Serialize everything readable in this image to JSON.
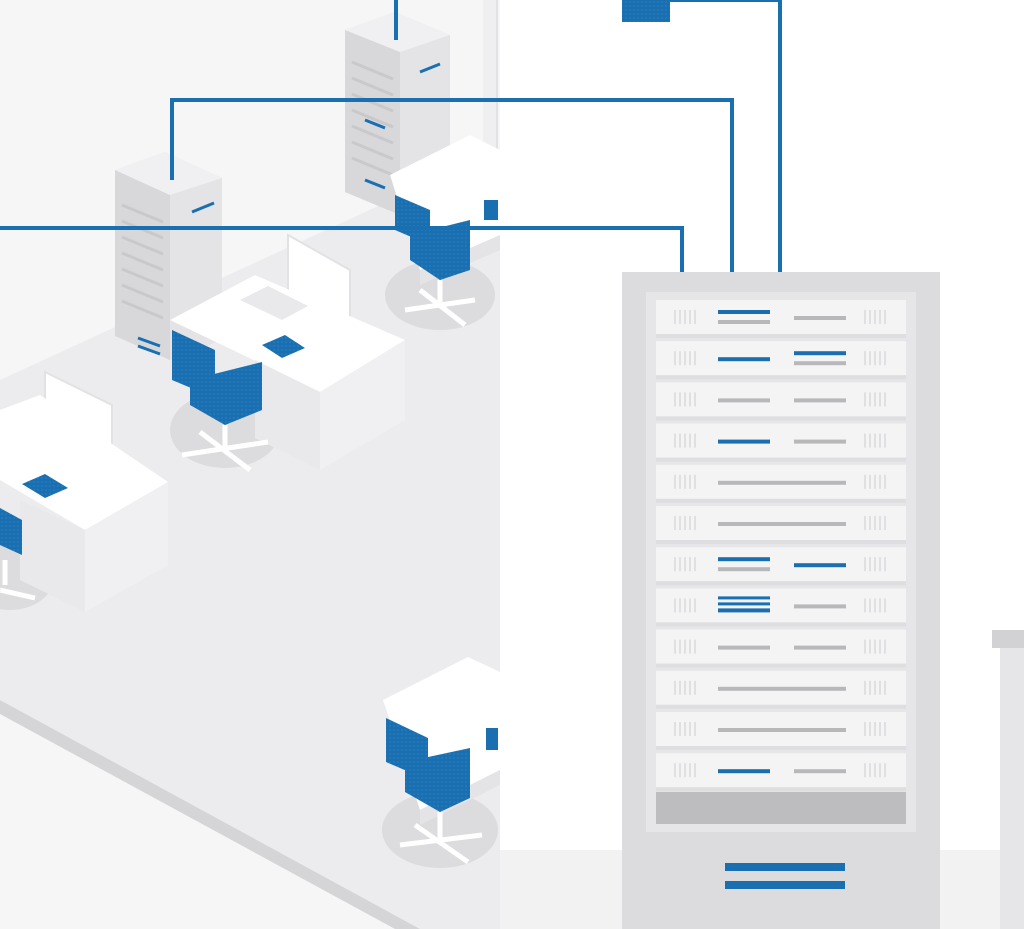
{
  "colors": {
    "accent": "#1a6fb0",
    "accent_dark": "#0f5a94",
    "floor": "#ececee",
    "floor_edge": "#d8d8db",
    "wall": "#f6f6f7",
    "panel_border": "#dedee0",
    "rack_frame": "#d9d9db",
    "rack_unit": "#f4f4f5",
    "rack_gray_bar": "#b8b8bb",
    "desk_top": "#ffffff",
    "desk_side": "#e9e9eb",
    "tower": "#e4e4e6",
    "tower_side": "#d2d2d5",
    "shadow": "#dcdcdf"
  },
  "icons": {
    "server_tower": "server-tower-icon",
    "rack": "server-rack-icon",
    "workstation": "workstation-desk-icon",
    "chair": "office-chair-icon",
    "monitor": "monitor-icon",
    "network_box": "network-switch-icon"
  },
  "rack": {
    "unit_count": 12,
    "units": [
      {
        "kind": "slots",
        "left": "blue2",
        "right": "gray"
      },
      {
        "kind": "slots",
        "left": "blue",
        "right": "blue-gray"
      },
      {
        "kind": "slots",
        "left": "gray",
        "right": "gray"
      },
      {
        "kind": "slots",
        "left": "blue",
        "right": "gray"
      },
      {
        "kind": "blank",
        "left": "gray-long",
        "right": ""
      },
      {
        "kind": "blank",
        "left": "gray-long",
        "right": ""
      },
      {
        "kind": "slots",
        "left": "blue2",
        "right": "blue"
      },
      {
        "kind": "slots",
        "left": "blue3",
        "right": "gray"
      },
      {
        "kind": "slots",
        "left": "gray",
        "right": "gray"
      },
      {
        "kind": "blank",
        "left": "gray-long",
        "right": ""
      },
      {
        "kind": "blank",
        "left": "gray-long",
        "right": ""
      },
      {
        "kind": "slots",
        "left": "blue",
        "right": "gray"
      }
    ]
  }
}
